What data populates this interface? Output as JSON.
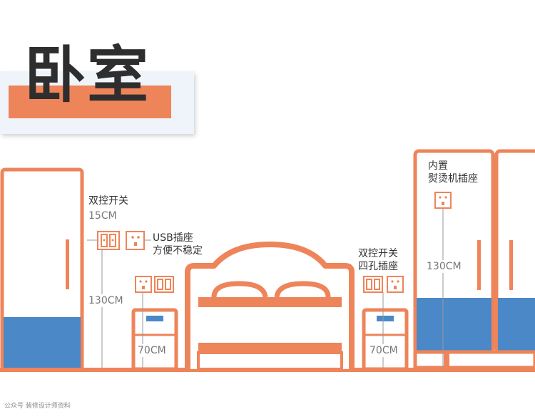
{
  "title": "卧室",
  "colors": {
    "outline": "#ee8459",
    "drawer": "#4a88c7",
    "panel": "#eef4fa",
    "text": "#333333",
    "measure": "#777777",
    "leader": "#999999"
  },
  "labels": {
    "dual_switch_left": "双控开关",
    "height_15": "15CM",
    "usb_socket_line1": "USB插座",
    "usb_socket_line2": "方便不稳定",
    "height_130_left": "130CM",
    "height_70_left": "70CM",
    "dual_switch_right": "双控开关",
    "four_hole_socket": "四孔插座",
    "height_70_right": "70CM",
    "builtin_line1": "内置",
    "builtin_line2": "熨烫机插座",
    "height_130_right": "130CM"
  },
  "watermark": "公众号 装修设计师资料"
}
